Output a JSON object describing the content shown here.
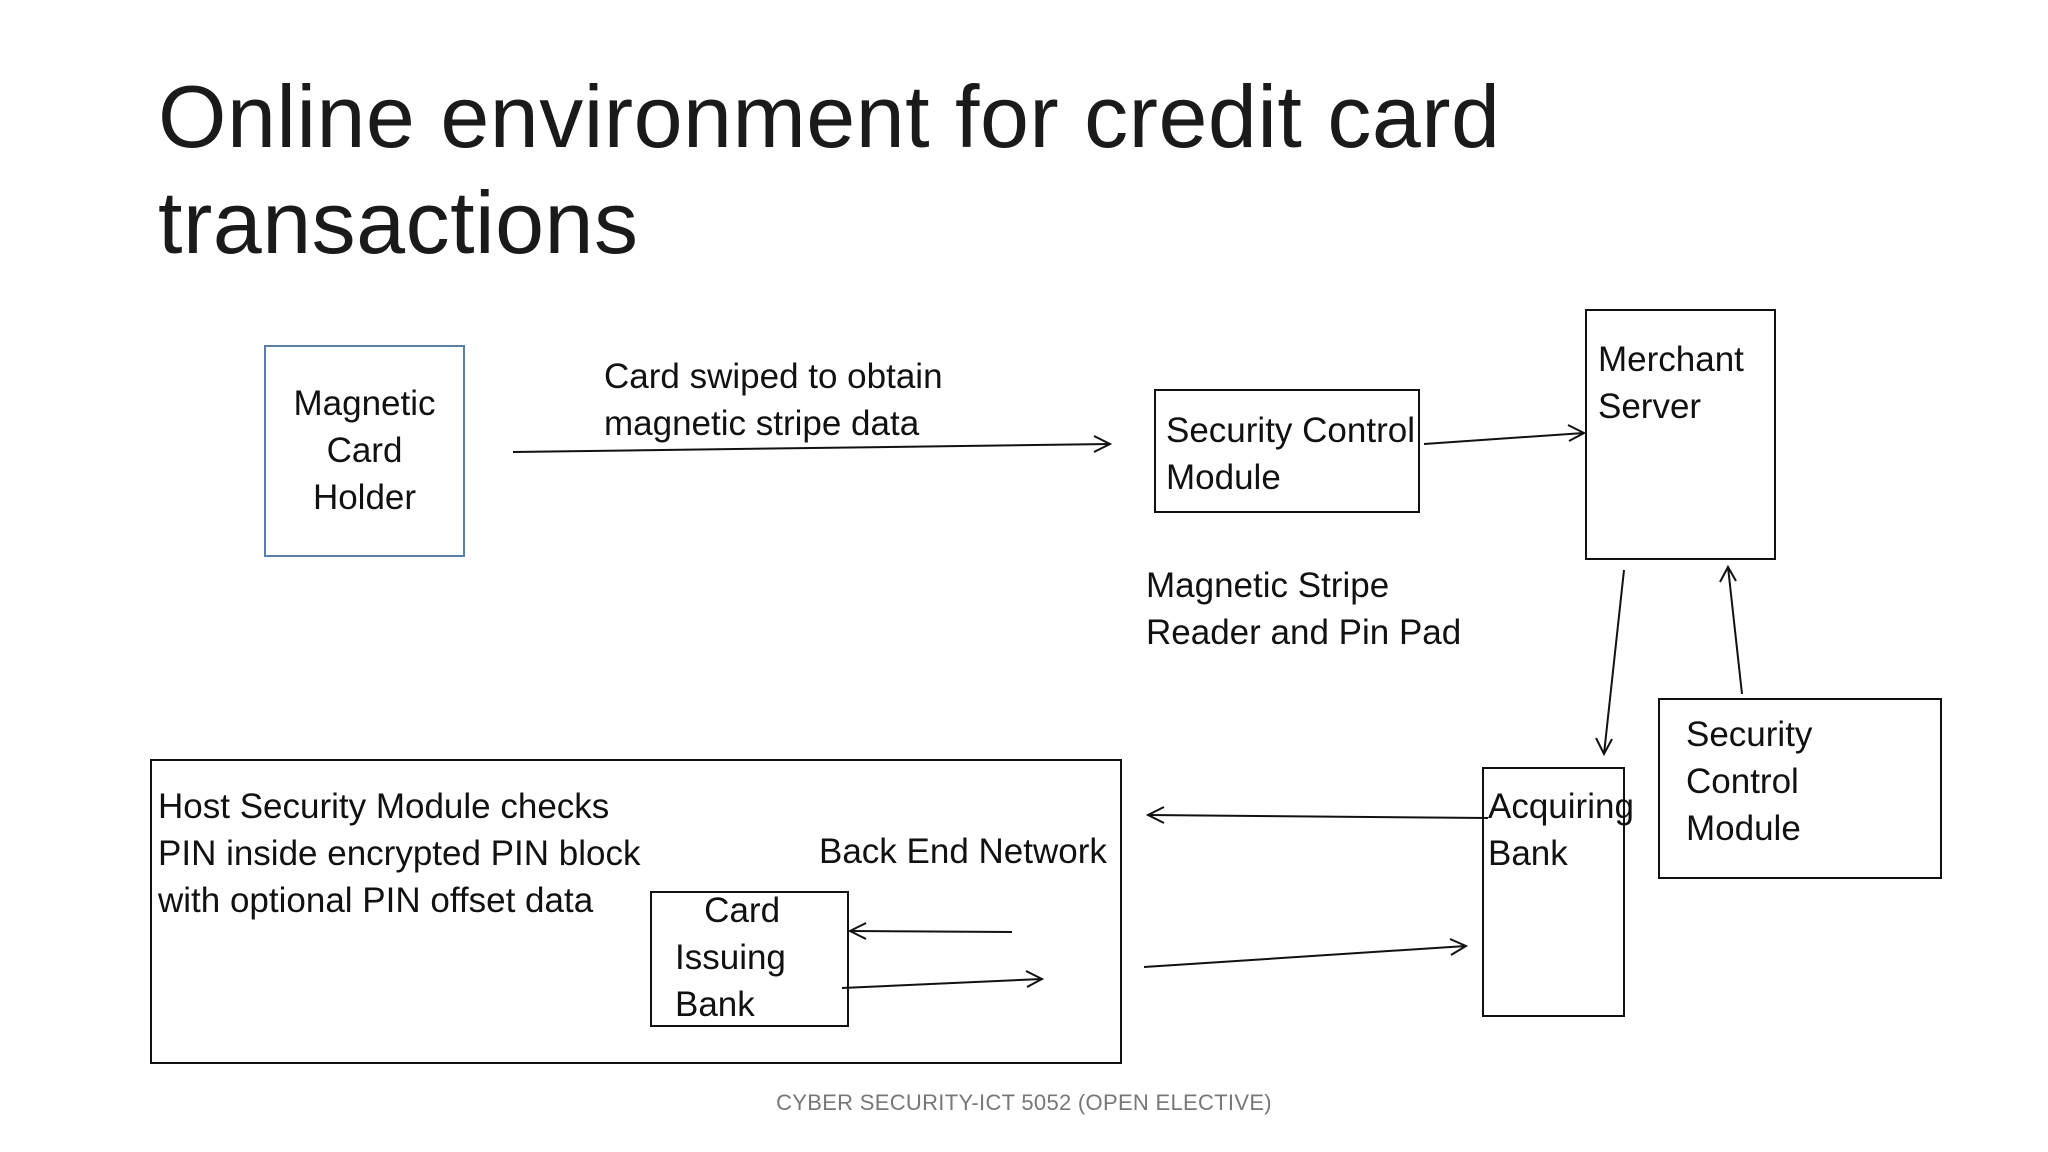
{
  "slide": {
    "title": "Online environment for credit card\ntransactions",
    "footer": "CYBER SECURITY-ICT 5052 (OPEN ELECTIVE)"
  },
  "nodes": {
    "card_holder": "Magnetic\nCard\nHolder",
    "scm_top": "Security Control\nModule",
    "merchant_server": "Merchant\nServer",
    "scm_right": "Security\nControl\nModule",
    "acquiring_bank": "Acquiring\nBank",
    "host_security_module": "Host Security Module checks\nPIN inside encrypted PIN block\nwith optional PIN offset data",
    "card_issuing_bank": "   Card\nIssuing\nBank"
  },
  "labels": {
    "card_swiped": "Card swiped to obtain\nmagnetic stripe data",
    "mag_stripe_reader": "Magnetic Stripe\nReader and Pin Pad",
    "back_end_network": "Back End Network"
  }
}
